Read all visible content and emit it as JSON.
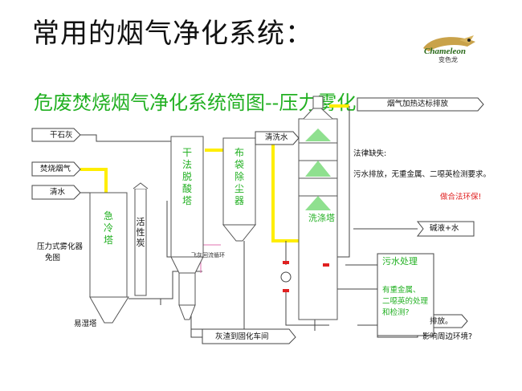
{
  "page": {
    "title": "常用的烟气净化系统：",
    "subtitle": "危废焚烧烟气净化系统简图--压力雾化",
    "logo": {
      "brand": "Chameleon",
      "cn": "变色龙"
    }
  },
  "inputs": {
    "dry_lime": "干石灰",
    "flue_gas": "焚烧烟气",
    "clean_water": "清水",
    "wash_water": "清洗水",
    "alkali": "碱液+水"
  },
  "equipment": {
    "quench": "急冷塔",
    "activated_carbon": "活性炭",
    "dry_deacid": "干法脱酸塔",
    "bag_filter": "布袋除尘器",
    "scrubber": "洗涤塔",
    "flyash_loop": "飞灰回流循环",
    "atomizer_note_line1": "压力式雾化器",
    "atomizer_note_line2": "免图",
    "wet_tower": "易湿塔"
  },
  "outputs": {
    "ash": "灰渣到固化车间",
    "stack": "烟气加热达标排放",
    "wastewater": "污水处理",
    "discharge": "排放。"
  },
  "notes": {
    "legal_title": "法律缺失:",
    "legal_text": "污水排放，无重金属、二噁英检测要求。",
    "environment": "做合法环保!",
    "ww_q1": "有重金属、",
    "ww_q2": "二噁英的处理",
    "ww_q3": "和检测?",
    "impact": "影响周边环境?"
  },
  "colors": {
    "duct": "#ffee00",
    "accent_green": "#22b022",
    "alert_red": "#e02020",
    "line": "#333333"
  }
}
